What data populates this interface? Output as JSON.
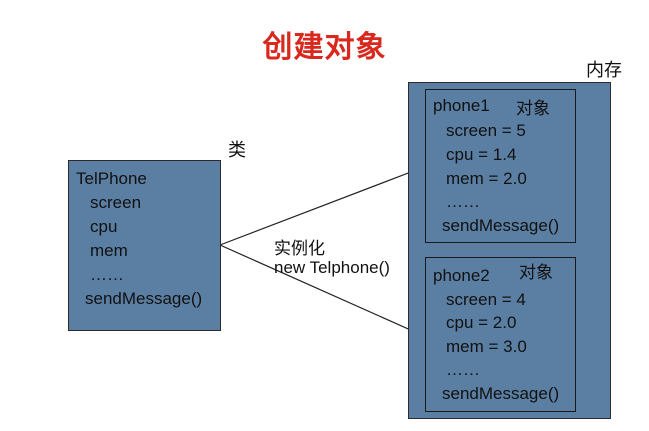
{
  "title": "创建对象",
  "class_label": "类",
  "memory_label": "内存",
  "instantiate": {
    "label": "实例化",
    "code": "new Telphone()"
  },
  "class_box": {
    "name": "TelPhone",
    "fields": [
      "screen",
      "cpu",
      "mem",
      "……"
    ],
    "method": "sendMessage()"
  },
  "objects": [
    {
      "name": "phone1",
      "tag": "对象",
      "fields": [
        "screen = 5",
        "cpu = 1.4",
        "mem = 2.0",
        "……"
      ],
      "method": "sendMessage()"
    },
    {
      "name": "phone2",
      "tag": "对象",
      "fields": [
        "screen = 4",
        "cpu = 2.0",
        "mem = 3.0",
        "……"
      ],
      "method": "sendMessage()"
    }
  ]
}
